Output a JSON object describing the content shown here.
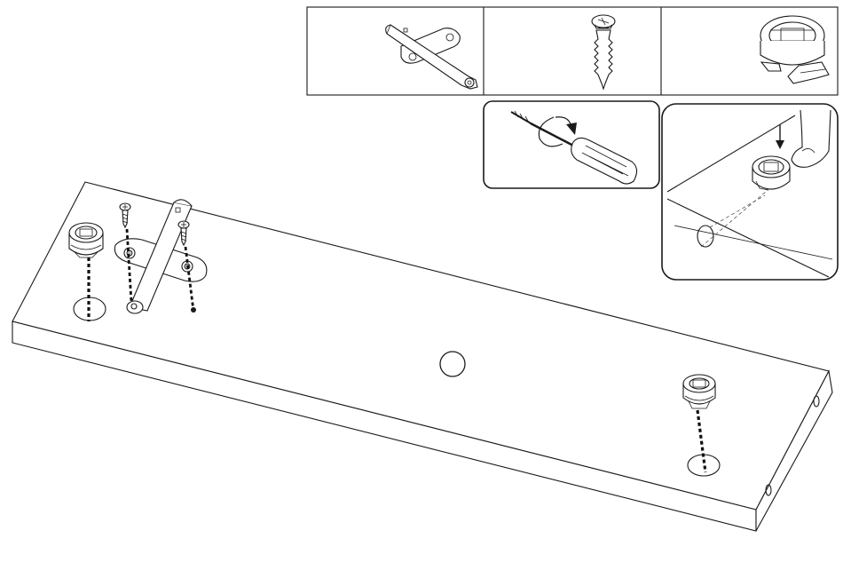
{
  "diagram": {
    "parts_panel": {
      "items": [
        {
          "name": "hinge-plate",
          "icon": "hinge-plate-icon"
        },
        {
          "name": "wood-screw",
          "icon": "screw-icon"
        },
        {
          "name": "cam-lock-housing",
          "icon": "cam-lock-icon"
        }
      ]
    },
    "detail_views": [
      {
        "name": "screwdriver-clockwise",
        "icon": "screwdriver-icon"
      },
      {
        "name": "press-cam-into-hole",
        "icon": "press-arrow-icon"
      }
    ],
    "main_panel": {
      "fittings": [
        "cam-lock-left",
        "hinge-with-screws",
        "cam-lock-right"
      ],
      "marker": "circle-marker"
    },
    "colors": {
      "line": "#1a1a1a",
      "background": "#ffffff",
      "shade": "#bdbdbd"
    }
  }
}
